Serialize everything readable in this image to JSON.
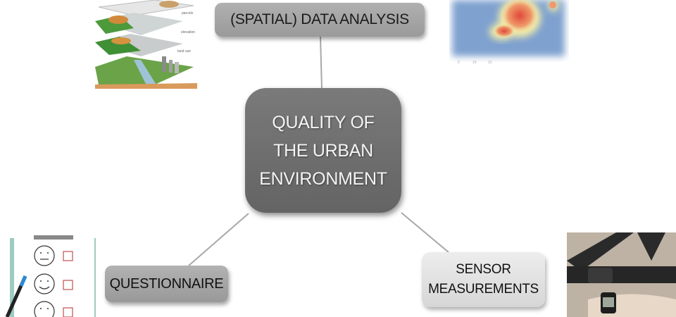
{
  "diagram": {
    "center": {
      "lines": [
        "QUALITY OF",
        "THE URBAN",
        "ENVIRONMENT"
      ]
    },
    "nodes": {
      "top": {
        "label": "(SPATIAL) DATA ANALYSIS"
      },
      "bottom_left": {
        "label": "QUESTIONNAIRE"
      },
      "bottom_right": {
        "lines": [
          "SENSOR",
          "MEASUREMENTS"
        ]
      }
    },
    "images": {
      "gis_layers": {
        "labels": [
          "parcels",
          "elevation",
          "land use"
        ]
      },
      "heatmap": {
        "tick_labels": [
          "5",
          "10",
          "15"
        ]
      },
      "questionnaire_sheet": {
        "faces": [
          "neutral",
          "smile",
          "sad"
        ]
      },
      "sensor_photo": {
        "description": "chest strap and wrist watch"
      }
    },
    "colors": {
      "center_fill": "#6e6e6e",
      "node_fill": "#a5a5a5",
      "sensor_fill": "#e2e2e2",
      "connector": "#a8a8a8"
    }
  }
}
